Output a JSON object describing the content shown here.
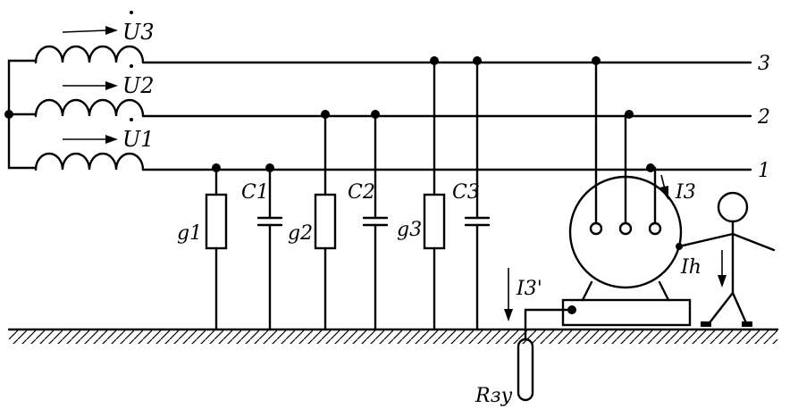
{
  "diagram": {
    "voltages": [
      "U3",
      "U2",
      "U1"
    ],
    "line_numbers": [
      "3",
      "2",
      "1"
    ],
    "elements": {
      "g1": "g1",
      "c1": "C1",
      "g2": "g2",
      "c2": "C2",
      "g3": "g3",
      "c3": "C3"
    },
    "currents": {
      "i3": "I3",
      "i3prime": "I3'",
      "ih": "Ih"
    },
    "ground_resistance": "Rзу"
  }
}
